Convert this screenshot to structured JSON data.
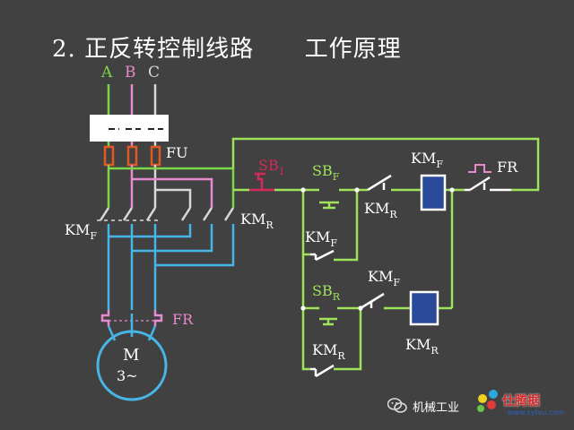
{
  "title": {
    "number": "2.",
    "main": "正反转控制线路",
    "section": "工作原理"
  },
  "phases": {
    "a": "A",
    "b": "B",
    "c": "C"
  },
  "labels": {
    "fu": "FU",
    "km_main_f": "KM",
    "km_main_f_sub": "F",
    "km_main_r": "KM",
    "km_main_r_sub": "R",
    "fr_motor": "FR",
    "motor_m": "M",
    "motor_phase": "3~",
    "sb1": "SB",
    "sb1_sub": "1",
    "sbf": "SB",
    "sbf_sub": "F",
    "km_coil_f": "KM",
    "km_coil_f_sub": "F",
    "fr_ctrl": "FR",
    "km_interlock_r": "KM",
    "km_interlock_r_sub": "R",
    "km_hold_f": "KM",
    "km_hold_f_sub": "F",
    "sbr": "SB",
    "sbr_sub": "R",
    "km_interlock_f": "KM",
    "km_interlock_f_sub": "F",
    "km_coil_r": "KM",
    "km_coil_r_sub": "R",
    "km_hold_r": "KM",
    "km_hold_r_sub": "R"
  },
  "footer": {
    "text": "机械工业",
    "watermark": "仕腾据",
    "watermark_url": "www.sytvu.com"
  },
  "colors": {
    "background": "#414141",
    "phase_a": "#7cd64a",
    "phase_b": "#e78ad0",
    "phase_c": "#d9d9d9",
    "motor": "#47b6e6",
    "control": "#a0e25a",
    "stop": "#d6285a",
    "fuse": "#e05a24",
    "coil_fill": "#2a4a9a"
  }
}
